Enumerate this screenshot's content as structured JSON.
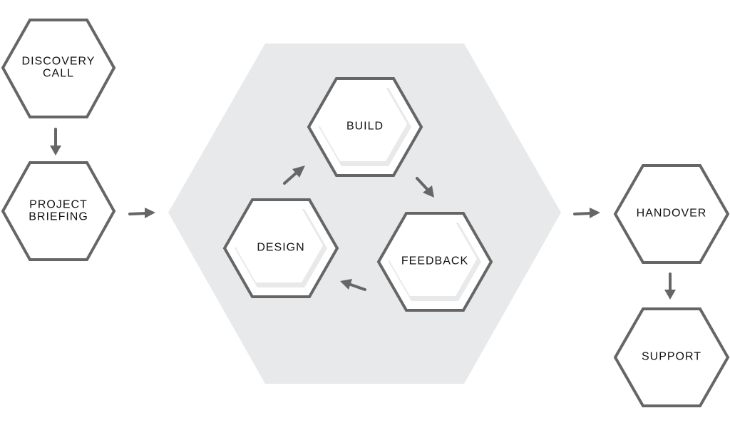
{
  "nodes": {
    "discovery_call": {
      "line1": "DISCOVERY",
      "line2": "CALL"
    },
    "project_briefing": {
      "line1": "PROJECT",
      "line2": "BRIEFING"
    },
    "build": {
      "label": "BUILD"
    },
    "feedback": {
      "label": "FEEDBACK"
    },
    "design": {
      "label": "DESIGN"
    },
    "handover": {
      "label": "HANDOVER"
    },
    "support": {
      "label": "SUPPORT"
    }
  },
  "colors": {
    "outline": "#666666",
    "fill_light": "#e8e9ea",
    "text": "#111111",
    "background": "#ffffff"
  }
}
